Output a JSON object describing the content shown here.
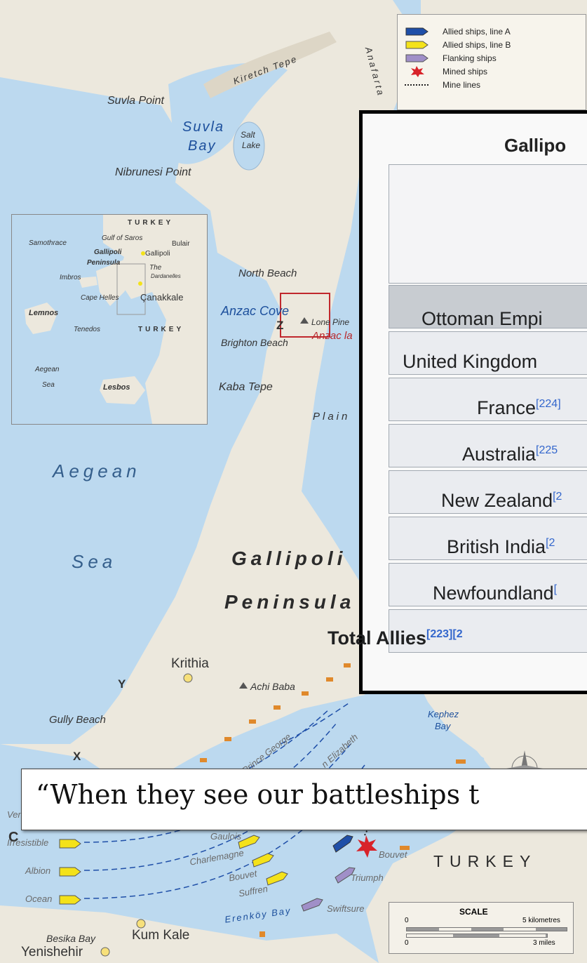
{
  "legend": {
    "items": [
      {
        "label": "Allied ships, line A",
        "color": "#1f4fa8"
      },
      {
        "label": "Allied ships, line B",
        "color": "#f4e21a"
      },
      {
        "label": "Flanking ships",
        "color": "#a08fc8"
      },
      {
        "label": "Mined ships",
        "color": "#d8232a"
      },
      {
        "label": "Mine lines",
        "color": "#222222"
      }
    ]
  },
  "map": {
    "places": {
      "kiretch_tepe": "Kiretch Tepe",
      "anafarta": "Anafarta",
      "suvla_point": "Suvla Point",
      "suvla": "Suvla",
      "bay": "Bay",
      "salt": "Salt",
      "lake": "Lake",
      "nibrunesi_point": "Nibrunesi Point",
      "north_beach": "North Beach",
      "anzac_cove": "Anzac Cove",
      "z": "Z",
      "lone_pine": "Lone Pine",
      "anzac_landing": "Anzac la",
      "brighton_beach": "Brighton Beach",
      "kaba_tepe": "Kaba Tepe",
      "plain": "Plain",
      "aegean": "Aegean",
      "sea": "Sea",
      "gallipoli": "Gallipoli",
      "peninsula": "Peninsula",
      "krithia": "Krithia",
      "y": "Y",
      "achi_baba": "Achi Baba",
      "gully_beach": "Gully Beach",
      "x": "X",
      "kephez": "Kephez",
      "kephez_bay": "Bay",
      "turkey": "TURKEY",
      "erenkoy_bay": "Erenköy Bay",
      "kum_kale": "Kum Kale",
      "besika_bay": "Besika Bay",
      "yenishehir": "Yenishehir",
      "c": "C"
    },
    "ships": {
      "vengeance": "Vengeance",
      "irresistible": "Irresistible",
      "albion": "Albion",
      "ocean": "Ocean",
      "gaulois": "Gaulois",
      "charlemagne": "Charlemagne",
      "bouvet_b": "Bouvet",
      "suffren": "Suffren",
      "bouvet": "Bouvet",
      "triumph": "Triumph",
      "swiftsure": "Swiftsure",
      "prince_george": "Prince George",
      "elizabeth": "n Elizabeth"
    },
    "inset": {
      "turkey_top": "TURKEY",
      "samothrace": "Samothrace",
      "gulf_of_saros": "Gulf of Saros",
      "bulair": "Bulair",
      "gallipoli_town": "Gallipoli",
      "gallipoli": "Gallipoli",
      "peninsula": "Peninsula",
      "imbros": "Imbros",
      "the": "The",
      "dardanelles": "Dardanelles",
      "cape_helles": "Cape Helles",
      "canakkale": "Çanakkale",
      "lemnos": "Lemnos",
      "tenedos": "Tenedos",
      "turkey_mid": "TURKEY",
      "aegean": "Aegean",
      "sea": "Sea",
      "lesbos": "Lesbos"
    },
    "scale": {
      "title": "SCALE",
      "zero1": "0",
      "km": "5 kilometres",
      "zero2": "0",
      "miles": "3 miles"
    }
  },
  "panel": {
    "title": "Gallipo",
    "rows": [
      {
        "label": "Ottoman Empi",
        "ref": ""
      },
      {
        "label": "United Kingdom",
        "ref": ""
      },
      {
        "label": "France",
        "ref": "[224]"
      },
      {
        "label": "Australia",
        "ref": "[225"
      },
      {
        "label": "New Zealand",
        "ref": "[2"
      },
      {
        "label": "British India",
        "ref": "[2"
      },
      {
        "label": "Newfoundland",
        "ref": "["
      },
      {
        "label": "Total Allies",
        "ref": "[223][2"
      }
    ]
  },
  "caption": {
    "text": "“When they see our battleships t"
  }
}
